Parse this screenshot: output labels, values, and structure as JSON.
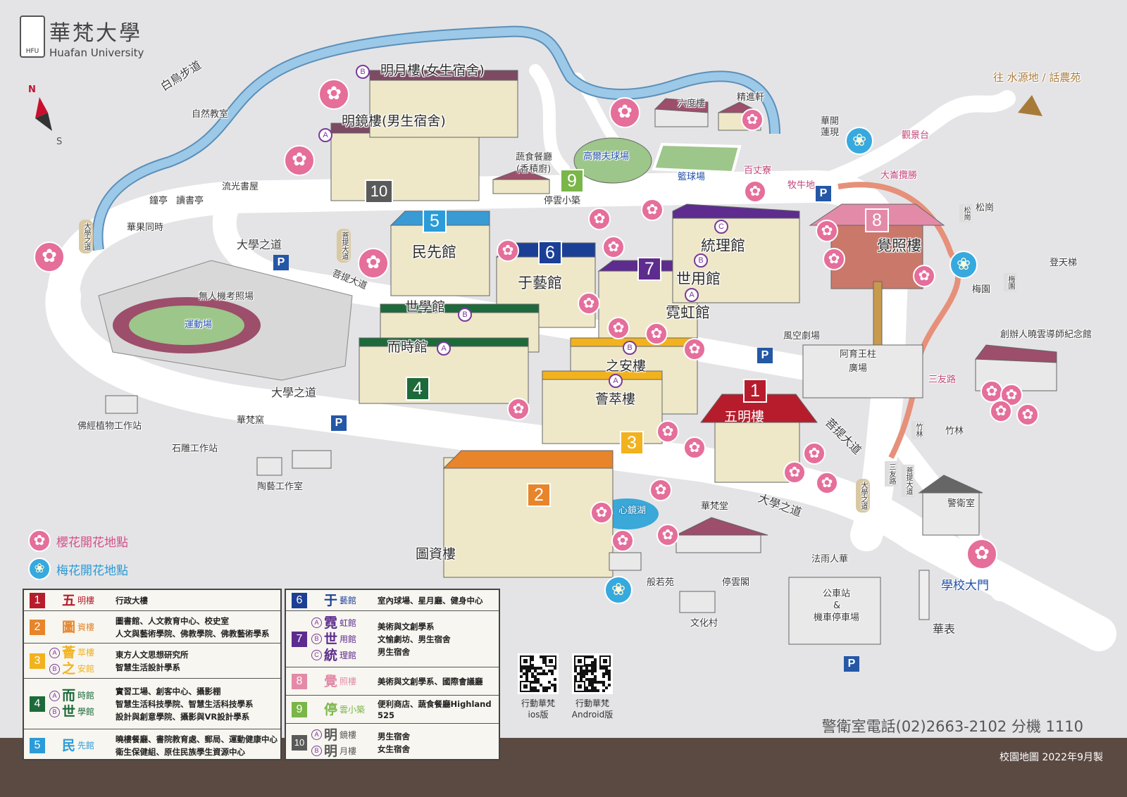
{
  "logo": {
    "chinese": "華梵大學",
    "english": "Huafan University",
    "abbr": "HFU"
  },
  "compass": {
    "north": "N",
    "south": "S"
  },
  "map": {
    "labels": [
      "白鳥步道",
      "自然教室",
      "鐘亭",
      "讀書亭",
      "流光書屋",
      "華果同時",
      "明月樓(女生宿舍)",
      "明鏡樓(男生宿舍)",
      "蔬食餐廳",
      "(香積廚)",
      "停雲小築",
      "高爾夫球場",
      "籃球場",
      "六度樓",
      "精進軒",
      "百丈寮",
      "牧牛地",
      "華開蓮現",
      "觀景台",
      "大崙攬勝",
      "往 水源地 / 話農苑",
      "松崗",
      "登天梯",
      "梅園",
      "創辦人曉雲導師紀念館",
      "大學之道",
      "菩提大道",
      "無人機考照場",
      "運動場",
      "民先館",
      "于藝館",
      "統理館",
      "世用館",
      "霓虹館",
      "覺照樓",
      "世學館",
      "而時館",
      "之安樓",
      "薈萃樓",
      "五明樓",
      "風空劇場",
      "阿育王柱",
      "廣場",
      "三友路",
      "竹林",
      "菩提大道",
      "大學之道",
      "佛經植物工作站",
      "華梵窯",
      "石雕工作站",
      "陶藝工作室",
      "大學之道",
      "心鏡湖",
      "華梵堂",
      "法雨人華",
      "警衛室",
      "學校大門",
      "圖資樓",
      "般若苑",
      "停雲閣",
      "文化村",
      "公車站",
      "&",
      "機車停車場",
      "華表"
    ],
    "stones": [
      "大學之道",
      "菩提大道",
      "大學之道",
      "菩提大道",
      "三友路",
      "竹林",
      "松崗",
      "梅園"
    ],
    "numbers": [
      "1",
      "2",
      "3",
      "4",
      "5",
      "6",
      "7",
      "8",
      "9",
      "10"
    ],
    "parking": "P",
    "letters": {
      "a": "A",
      "b": "B",
      "c": "C"
    },
    "colors": {
      "b1": "#b71c2c",
      "b2": "#e8842a",
      "b3": "#f2b21e",
      "b4": "#1d6a3b",
      "b5": "#2b9cd8",
      "b6": "#1c3f96",
      "b7": "#5d2c8e",
      "b8": "#e38aa8",
      "b9": "#7ab648",
      "b10": "#5a5a5a",
      "road": "#ffffff",
      "river": "#8fc1e4",
      "ground": "#e4e4e6",
      "footer": "#5b4a42"
    }
  },
  "legend": {
    "sakura": "櫻花開花地點",
    "plum": "梅花開花地點",
    "rows": [
      {
        "num": "1",
        "entries": [
          {
            "mark": "",
            "big": "五",
            "small": "明樓"
          }
        ],
        "desc": [
          "行政大樓"
        ]
      },
      {
        "num": "2",
        "entries": [
          {
            "mark": "",
            "big": "圖",
            "small": "資樓"
          }
        ],
        "desc": [
          "圖書館、人文教育中心、校史室",
          "人文與藝術學院、佛教學院、佛教藝術學系"
        ]
      },
      {
        "num": "3",
        "entries": [
          {
            "mark": "A",
            "big": "薈",
            "small": "萃樓"
          },
          {
            "mark": "B",
            "big": "之",
            "small": "安館"
          }
        ],
        "desc": [
          "東方人文思想研究所",
          "智慧生活設計學系"
        ]
      },
      {
        "num": "4",
        "entries": [
          {
            "mark": "A",
            "big": "而",
            "small": "時館"
          },
          {
            "mark": "B",
            "big": "世",
            "small": "學館"
          }
        ],
        "desc": [
          "實習工場、創客中心、攝影棚",
          "智慧生活科技學院、智慧生活科技學系",
          "設計與創意學院、攝影與VR設計學系"
        ]
      },
      {
        "num": "5",
        "entries": [
          {
            "mark": "",
            "big": "民",
            "small": "先館"
          }
        ],
        "desc": [
          "曉樓餐廳、書院教育處、郵局、運動健康中心",
          "衛生保健組、原住民族學生資源中心"
        ]
      },
      {
        "num": "6",
        "entries": [
          {
            "mark": "",
            "big": "于",
            "small": "藝館"
          }
        ],
        "desc": [
          "室內球場、星月廳、健身中心"
        ]
      },
      {
        "num": "7",
        "entries": [
          {
            "mark": "A",
            "big": "霓",
            "small": "虹館"
          },
          {
            "mark": "B",
            "big": "世",
            "small": "用館"
          },
          {
            "mark": "C",
            "big": "統",
            "small": "理館"
          }
        ],
        "desc": [
          "美術與文創學系",
          "文愉劇坊、男生宿舍",
          "男生宿舍"
        ]
      },
      {
        "num": "8",
        "entries": [
          {
            "mark": "",
            "big": "覺",
            "small": "照樓"
          }
        ],
        "desc": [
          "美術與文創學系、國際會議廳"
        ]
      },
      {
        "num": "9",
        "entries": [
          {
            "mark": "",
            "big": "停",
            "small": "雲小築"
          }
        ],
        "desc": [
          "便利商店、蔬食餐廳Highland 525"
        ]
      },
      {
        "num": "10",
        "entries": [
          {
            "mark": "A",
            "big": "明",
            "small": "鏡樓"
          },
          {
            "mark": "B",
            "big": "明",
            "small": "月樓"
          }
        ],
        "desc": [
          "男生宿舍",
          "女生宿舍"
        ]
      }
    ]
  },
  "apps": [
    {
      "line1": "行動華梵",
      "line2": "ios版"
    },
    {
      "line1": "行動華梵",
      "line2": "Android版"
    }
  ],
  "footer": {
    "phone": "警衛室電話(02)2663-2102 分機 1110",
    "caption": "校園地圖 2022年9月製"
  }
}
